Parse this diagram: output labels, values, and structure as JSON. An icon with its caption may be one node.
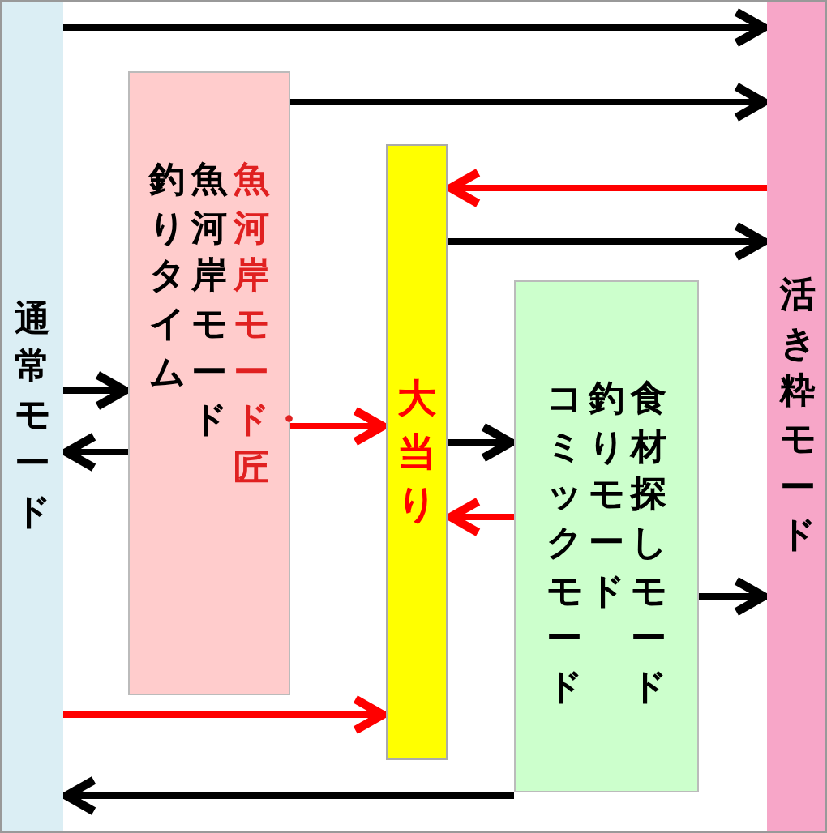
{
  "diagram": {
    "nodes": [
      {
        "text": [
          "通常モード"
        ]
      },
      {
        "text": [
          "釣りタイム",
          "魚河岸モード",
          "魚河岸モード・匠"
        ]
      },
      {
        "text": [
          "大当り"
        ]
      },
      {
        "text": [
          "コミックモード",
          "釣りモード",
          "食材探しモード"
        ]
      },
      {
        "text": [
          "活き粋モード"
        ]
      }
    ],
    "edges": [
      {
        "from": 0,
        "to": 4,
        "arrow": "to"
      },
      {
        "from": 1,
        "to": 4,
        "arrow": "to"
      },
      {
        "from": 4,
        "to": 2,
        "arrow": "to",
        "color": "#ff0000"
      },
      {
        "from": 2,
        "to": 4,
        "arrow": "to"
      },
      {
        "from": 0,
        "to": 1,
        "arrow": "to"
      },
      {
        "from": 1,
        "to": 2,
        "arrow": "to",
        "color": "#ff0000"
      },
      {
        "from": 2,
        "to": 3,
        "arrow": "to"
      },
      {
        "from": 1,
        "to": 0,
        "arrow": "to"
      },
      {
        "from": 3,
        "to": 2,
        "arrow": "to",
        "color": "#ff0000"
      },
      {
        "from": 3,
        "to": 4,
        "arrow": "to"
      },
      {
        "from": 0,
        "to": 2,
        "arrow": "to",
        "color": "#ff0000"
      },
      {
        "from": 3,
        "to": 0,
        "arrow": "to"
      }
    ]
  }
}
